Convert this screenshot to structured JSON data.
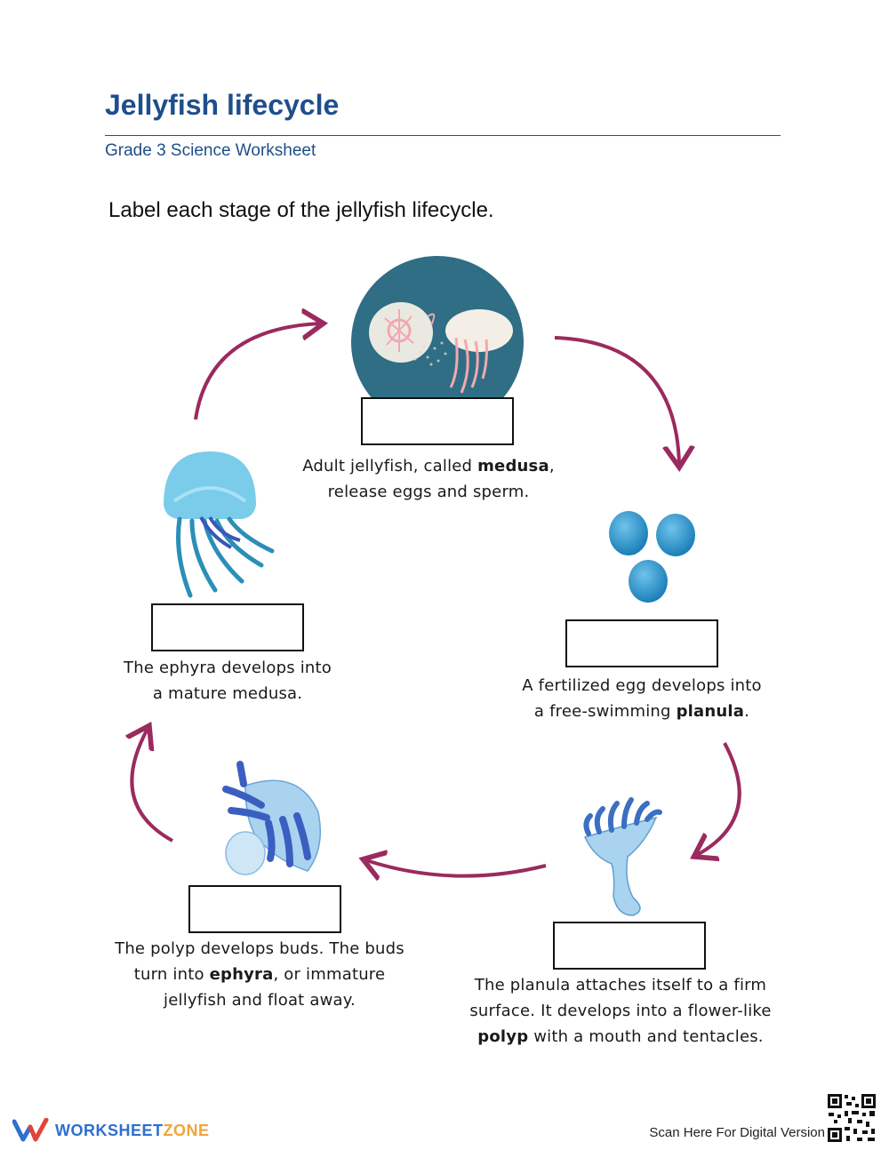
{
  "header": {
    "title": "Jellyfish lifecycle",
    "subtitle": "Grade 3 Science Worksheet"
  },
  "instruction": "Label each stage of the jellyfish lifecycle.",
  "stages": {
    "medusa": {
      "line1_before": "Adult jellyfish, called ",
      "line1_bold": "medusa",
      "line1_after": ",",
      "line2": "release eggs and sperm."
    },
    "egg": {
      "line1": "A fertilized egg develops into",
      "line2_before": "a free-swimming ",
      "line2_bold": "planula",
      "line2_after": "."
    },
    "polyp": {
      "line1": "The planula attaches itself to a firm",
      "line2": "surface. It develops into a flower-like",
      "line3_bold": "polyp",
      "line3_after": " with a mouth and tentacles."
    },
    "ephyra": {
      "line1": "The polyp develops buds. The buds",
      "line2_before": "turn into ",
      "line2_bold": "ephyra",
      "line2_after": ", or immature",
      "line3": "jellyfish and float away."
    },
    "mature": {
      "line1": "The ephyra develops into",
      "line2": "a mature medusa."
    }
  },
  "footer": {
    "brand_part1": "WORKSHEET",
    "brand_part2": "ZONE",
    "scan_text": "Scan Here For Digital Version"
  },
  "colors": {
    "title": "#1f4e8c",
    "arrow": "#9b2a5e",
    "jelly_blue": "#3a8fd0",
    "circle_bg": "#2f6e85"
  }
}
